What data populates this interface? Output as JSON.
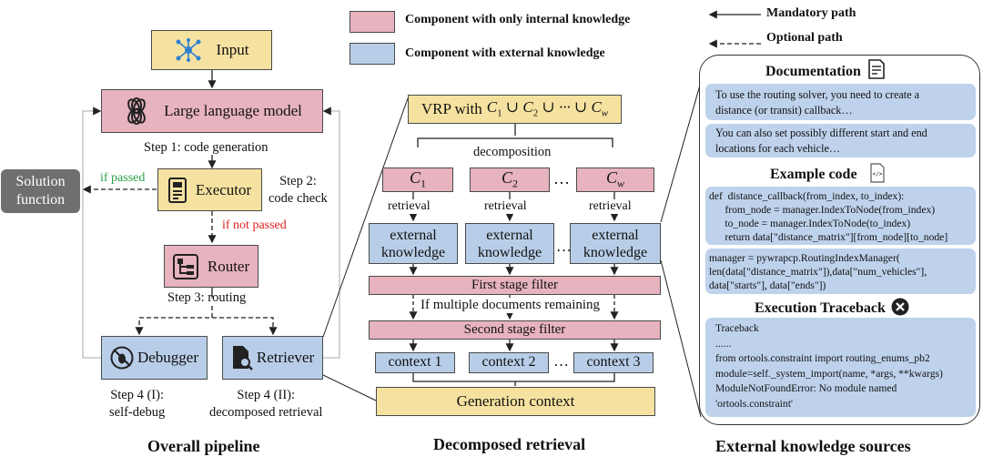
{
  "legend": {
    "internal": "Component with only internal knowledge",
    "external": "Component with external knowledge",
    "mandatory": "Mandatory path",
    "optional": "Optional path",
    "colors": {
      "internal": "#e7b3bf",
      "external": "#b8cee8",
      "neutral": "#f6e2a0"
    }
  },
  "pipeline": {
    "title": "Overall pipeline",
    "input": "Input",
    "llm": "Large language model",
    "step1": "Step 1: code generation",
    "executor": "Executor",
    "step2": "Step 2:\ncode check",
    "if_passed": "if passed",
    "if_not_passed": "if not passed",
    "solution": "Solution\nfunction",
    "router": "Router",
    "step3": "Step 3: routing",
    "debugger": "Debugger",
    "retriever": "Retriever",
    "step4a": "Step 4 (I):\nself-debug",
    "step4b": "Step 4 (II):\ndecomposed retrieval"
  },
  "decomposed": {
    "title": "Decomposed retrieval",
    "vrp_prefix": "VRP with",
    "decomposition": "decomposition",
    "constraints": [
      "C1",
      "C2",
      "Cw"
    ],
    "ellipsis": "…",
    "retrieval": "retrieval",
    "external": "external\nknowledge",
    "first_filter": "First stage filter",
    "multiple_docs": "If multiple documents remaining",
    "second_filter": "Second stage filter",
    "contexts": [
      "context 1",
      "context 2",
      "context 3"
    ],
    "generation": "Generation context"
  },
  "sources": {
    "title": "External knowledge sources",
    "documentation": "Documentation",
    "doc1": "To use the routing solver, you need to create a\ndistance (or transit) callback…",
    "doc2": "You can also set possibly different start and end\nlocations for each vehicle…",
    "example_code": "Example code",
    "code1": "def  distance_callback(from_index, to_index):\n      from_node = manager.IndexToNode(from_index)\n      to_node = manager.IndexToNode(to_index)\n      return data[\"distance_matrix\"][from_node][to_node]",
    "code2": "manager = pywrapcp.RoutingIndexManager(\nlen(data[\"distance_matrix\"]),data[\"num_vehicles\"],\ndata[\"starts\"], data[\"ends\"])",
    "execution_traceback": "Execution Traceback",
    "trace": "Traceback\n......\nfrom ortools.constraint import routing_enums_pb2\nmodule=self._system_import(name, *args, **kwargs)\nModuleNotFoundError: No module named\n'ortools.constraint'"
  }
}
